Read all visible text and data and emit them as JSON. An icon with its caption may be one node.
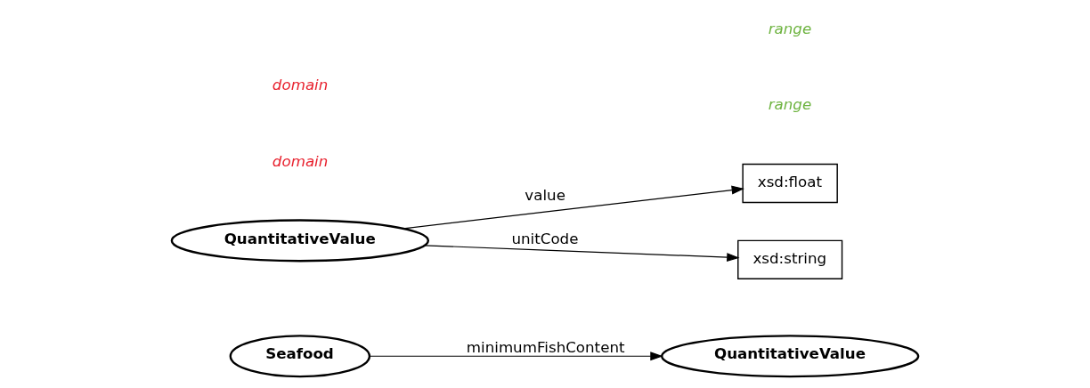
{
  "diagram": {
    "nodes": [
      {
        "text": [
          "Seafood"
        ]
      },
      {
        "text": [
          "QuantitativeValue"
        ]
      },
      {
        "text": [
          "QuantitativeValue"
        ]
      },
      {
        "text": [
          "xsd:float"
        ]
      },
      {
        "text": [
          "xsd:string"
        ]
      }
    ],
    "edges": [
      {
        "from": 0,
        "to": 1,
        "arrow": "to",
        "label": "minimumFishContent"
      },
      {
        "from": 2,
        "to": 3,
        "arrow": "to",
        "label": "value"
      },
      {
        "from": 2,
        "to": 4,
        "arrow": "to",
        "label": "unitCode"
      }
    ],
    "labels": [
      "domain",
      "range",
      "domain",
      "range"
    ]
  }
}
